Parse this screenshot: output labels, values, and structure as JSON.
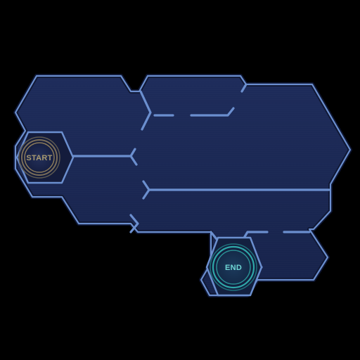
{
  "colors": {
    "background": "#000000",
    "panel_fill": "#1a2752",
    "panel_fill_dark": "#141f45",
    "wall": "#6b8fcf",
    "wall_dark": "#2c4275",
    "start_ring": "#7a6e5a",
    "start_text": "#a89a70",
    "end_ring": "#2fa7a8",
    "end_text": "#6fd6d4"
  },
  "start_node": {
    "label": "START",
    "icon": "hexagon-start-node"
  },
  "end_node": {
    "label": "END",
    "icon": "hexagon-end-node"
  }
}
